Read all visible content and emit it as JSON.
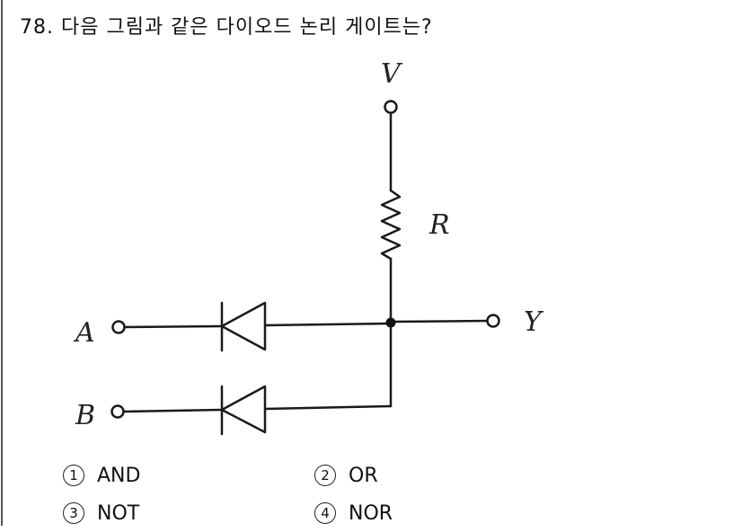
{
  "question": {
    "number": "78.",
    "text": "다음 그림과 같은 다이오드 논리 게이트는?"
  },
  "circuit": {
    "labels": {
      "supply": "V",
      "resistor": "R",
      "input_a": "A",
      "input_b": "B",
      "output": "Y"
    },
    "components": [
      "supply-terminal-V",
      "resistor-R",
      "diode-A (cathode toward A)",
      "diode-B (cathode toward B)",
      "junction-node",
      "output-terminal-Y"
    ]
  },
  "choices": [
    {
      "marker": "1",
      "label": "AND"
    },
    {
      "marker": "2",
      "label": "OR"
    },
    {
      "marker": "3",
      "label": "NOT"
    },
    {
      "marker": "4",
      "label": "NOR"
    }
  ]
}
